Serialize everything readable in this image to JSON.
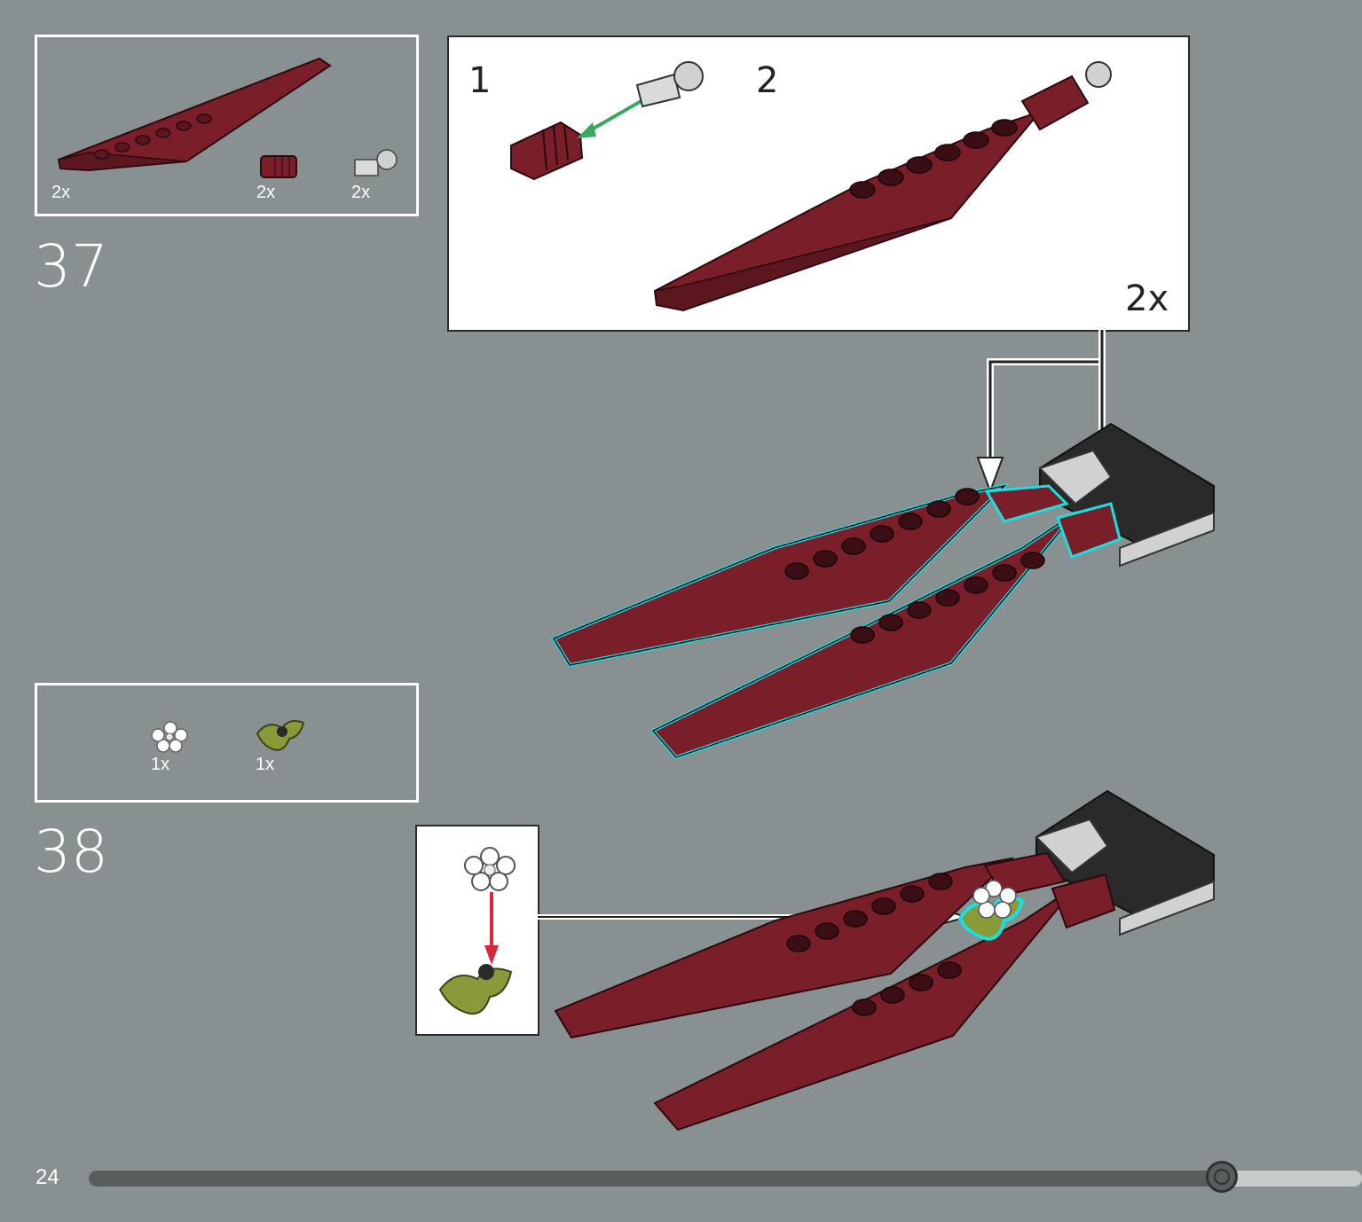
{
  "page": {
    "number": "24",
    "progress": 0.89
  },
  "colors": {
    "dark_red": "#7a1f2a",
    "olive": "#8a9a3a",
    "highlight": "#18e0e0",
    "arrow_green": "#3aa860",
    "arrow_red": "#d8283a"
  },
  "step37": {
    "number": "37",
    "parts": [
      {
        "name": "wedge-plate-icon",
        "qty": "2x"
      },
      {
        "name": "connector-icon",
        "qty": "2x"
      },
      {
        "name": "ball-pin-icon",
        "qty": "2x"
      }
    ],
    "callout": {
      "sub1": "1",
      "sub2": "2",
      "multiplier": "2x"
    }
  },
  "step38": {
    "number": "38",
    "parts": [
      {
        "name": "flower-icon",
        "qty": "1x"
      },
      {
        "name": "leaf-plate-icon",
        "qty": "1x"
      }
    ]
  }
}
